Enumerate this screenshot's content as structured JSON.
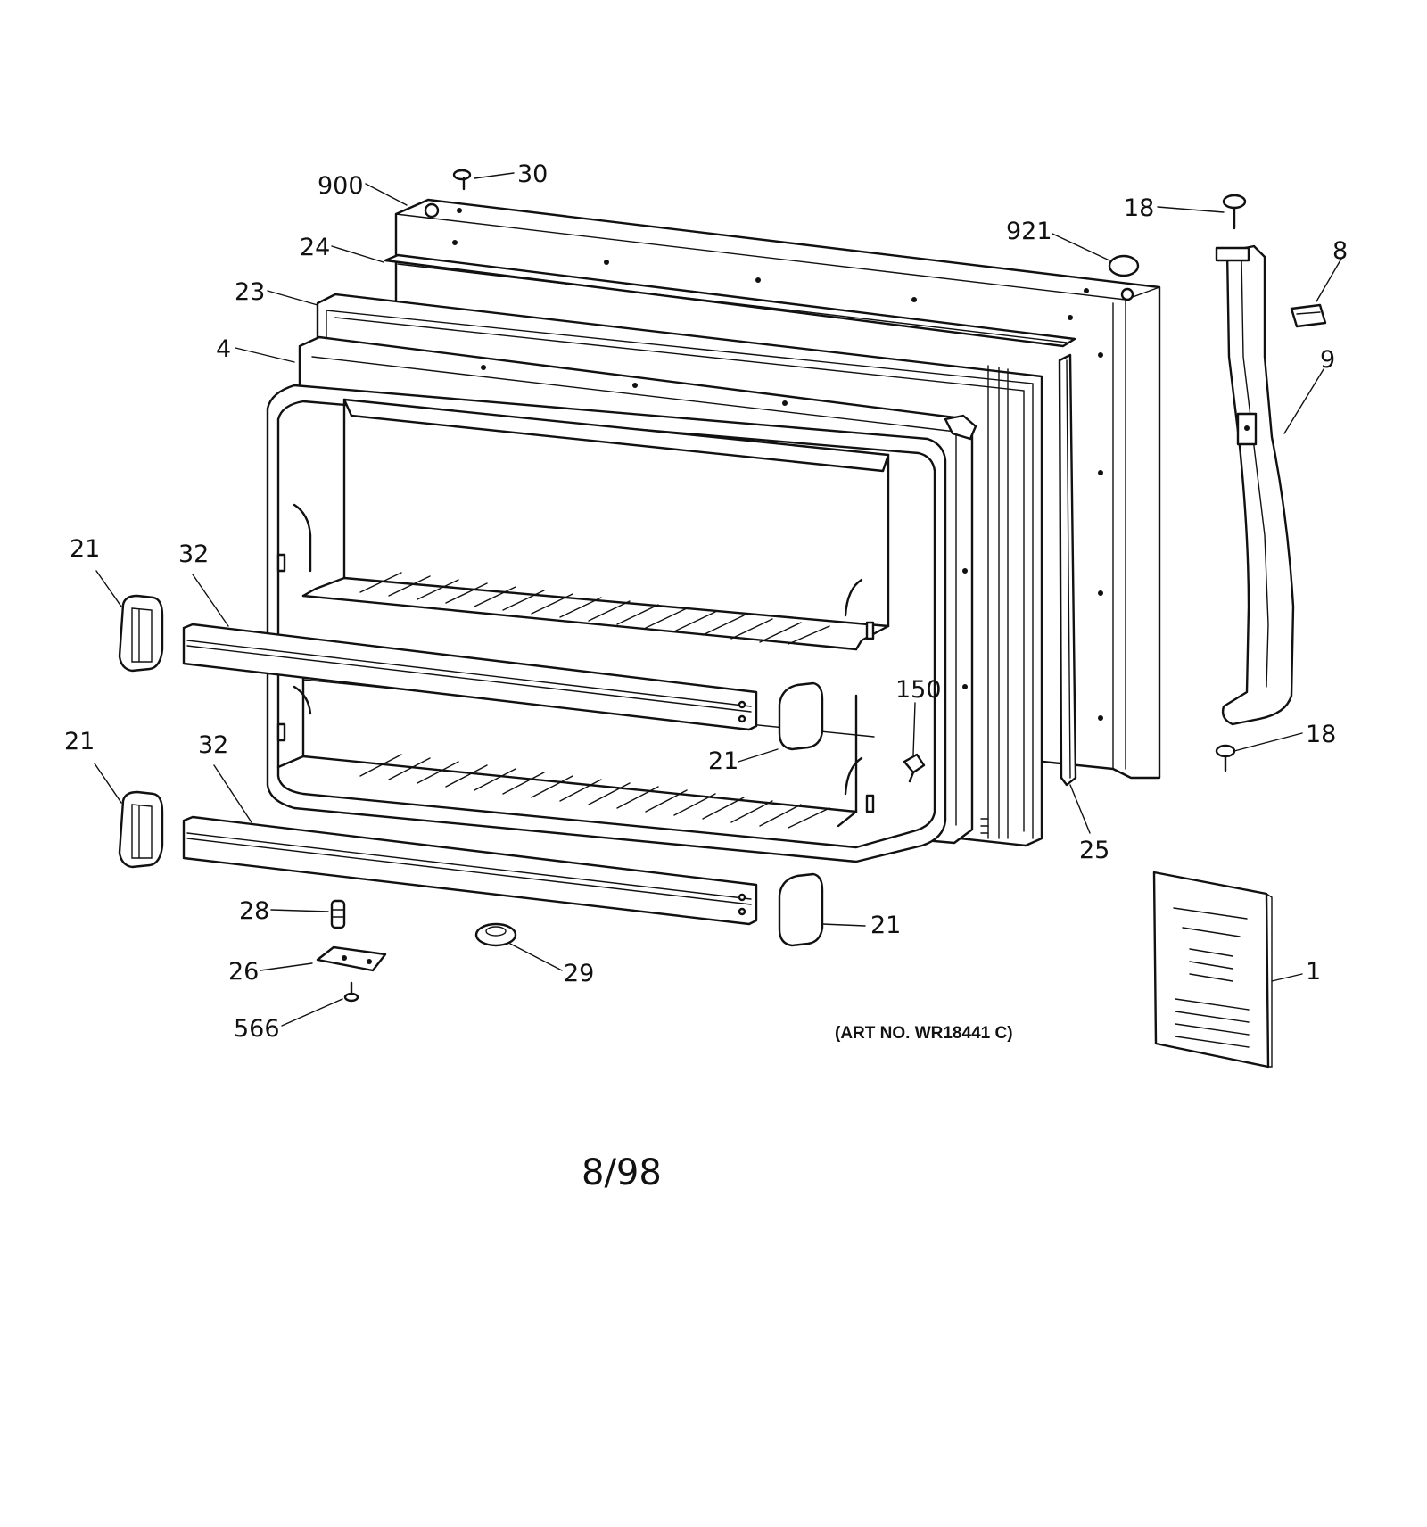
{
  "diagram": {
    "callouts": {
      "c900": "900",
      "c30": "30",
      "c24": "24",
      "c23": "23",
      "c4": "4",
      "c921": "921",
      "c18_top": "18",
      "c8": "8",
      "c9": "9",
      "c18_bottom": "18",
      "c21_left_upper": "21",
      "c32_upper": "32",
      "c21_left_lower": "21",
      "c32_lower": "32",
      "c21_mid": "21",
      "c150": "150",
      "c25": "25",
      "c28": "28",
      "c26": "26",
      "c566": "566",
      "c29": "29",
      "c21_bottom_right": "21",
      "c1": "1"
    },
    "art_number": "(ART NO. WR18441 C)",
    "date_code": "8/98"
  }
}
